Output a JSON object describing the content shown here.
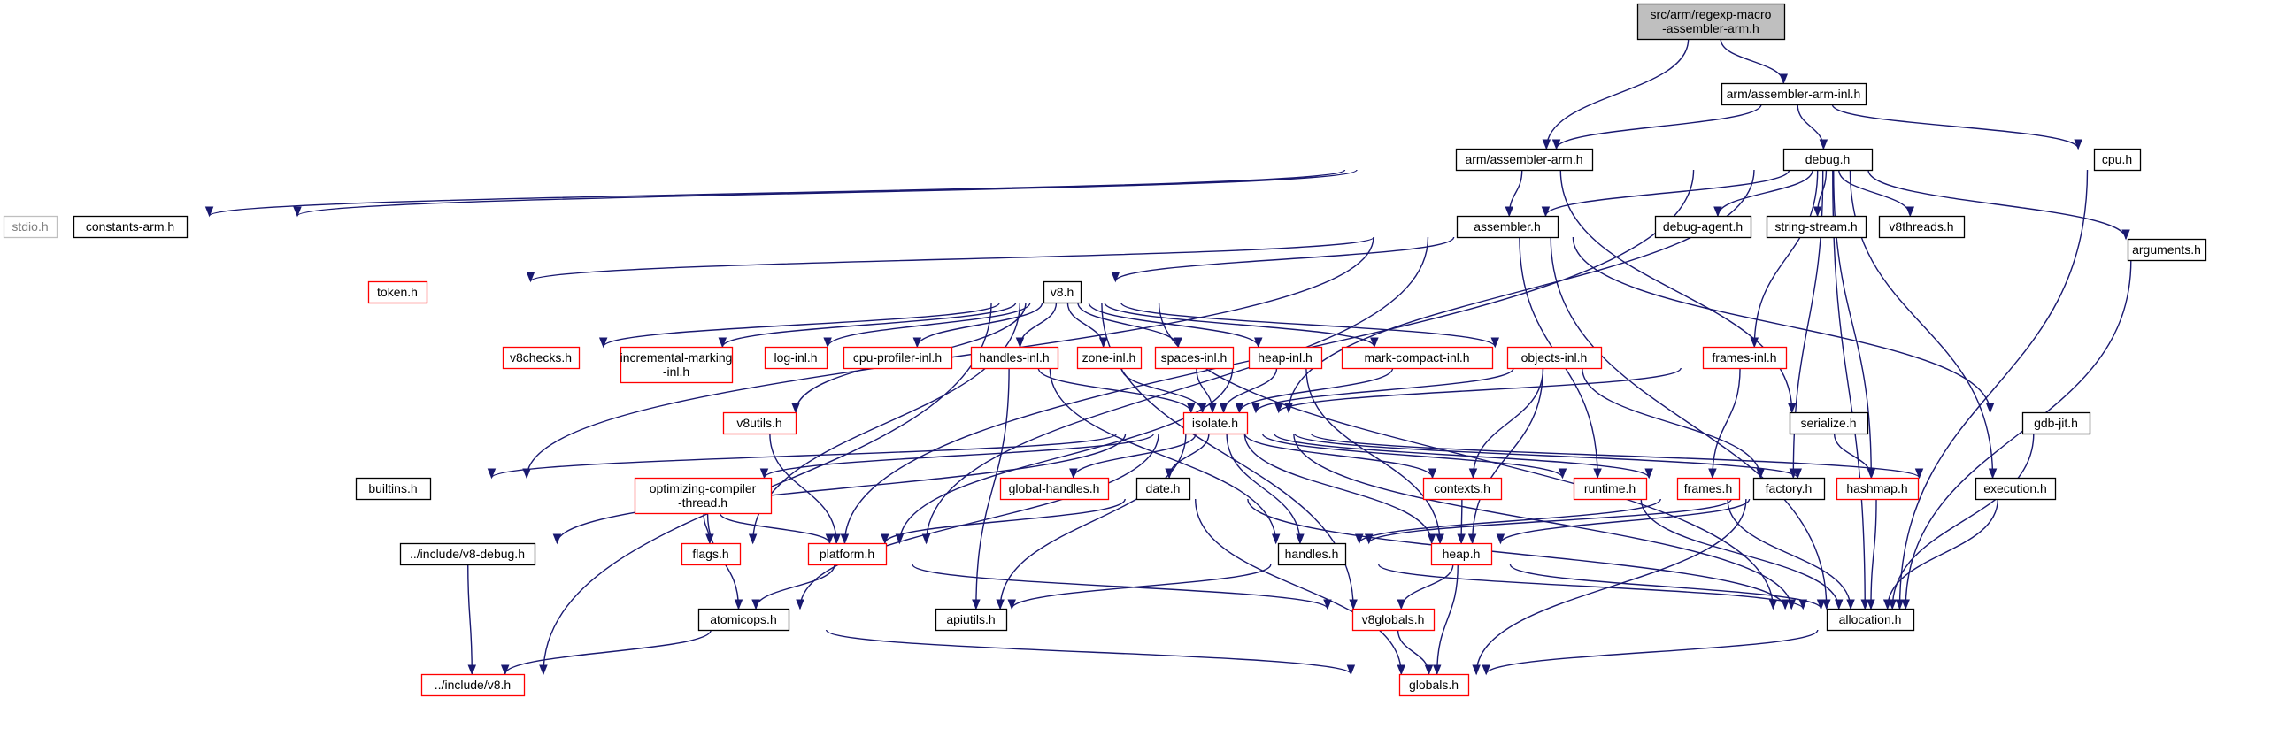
{
  "diagram": {
    "colors": {
      "edge": "#191970",
      "root_fill": "#bfbfbf",
      "normal_border": "#000000",
      "truncated_border": "#ff0000",
      "system_border": "#bfbfbf",
      "system_text": "#808080"
    },
    "nodes": [
      {
        "id": "root",
        "label": "src/arm/regexp-macro\n-assembler-arm.h",
        "kind": "root"
      },
      {
        "id": "asm_arm_inl",
        "label": "arm/assembler-arm-inl.h",
        "kind": "normal"
      },
      {
        "id": "asm_arm",
        "label": "arm/assembler-arm.h",
        "kind": "normal"
      },
      {
        "id": "debug",
        "label": "debug.h",
        "kind": "normal"
      },
      {
        "id": "cpu",
        "label": "cpu.h",
        "kind": "normal"
      },
      {
        "id": "stdio",
        "label": "stdio.h",
        "kind": "system"
      },
      {
        "id": "constants_arm",
        "label": "constants-arm.h",
        "kind": "normal"
      },
      {
        "id": "assembler",
        "label": "assembler.h",
        "kind": "normal"
      },
      {
        "id": "debug_agent",
        "label": "debug-agent.h",
        "kind": "normal"
      },
      {
        "id": "string_stream",
        "label": "string-stream.h",
        "kind": "normal"
      },
      {
        "id": "v8threads",
        "label": "v8threads.h",
        "kind": "normal"
      },
      {
        "id": "token",
        "label": "token.h",
        "kind": "truncated"
      },
      {
        "id": "arguments",
        "label": "arguments.h",
        "kind": "normal"
      },
      {
        "id": "v8",
        "label": "v8.h",
        "kind": "normal"
      },
      {
        "id": "v8checks",
        "label": "v8checks.h",
        "kind": "truncated"
      },
      {
        "id": "incremental",
        "label": "incremental-marking\n-inl.h",
        "kind": "truncated"
      },
      {
        "id": "log_inl",
        "label": "log-inl.h",
        "kind": "truncated"
      },
      {
        "id": "cpu_prof",
        "label": "cpu-profiler-inl.h",
        "kind": "truncated"
      },
      {
        "id": "handles_inl",
        "label": "handles-inl.h",
        "kind": "truncated"
      },
      {
        "id": "zone_inl",
        "label": "zone-inl.h",
        "kind": "truncated"
      },
      {
        "id": "spaces_inl",
        "label": "spaces-inl.h",
        "kind": "truncated"
      },
      {
        "id": "heap_inl",
        "label": "heap-inl.h",
        "kind": "truncated"
      },
      {
        "id": "mark_compact",
        "label": "mark-compact-inl.h",
        "kind": "truncated"
      },
      {
        "id": "objects_inl",
        "label": "objects-inl.h",
        "kind": "truncated"
      },
      {
        "id": "frames_inl",
        "label": "frames-inl.h",
        "kind": "truncated"
      },
      {
        "id": "v8utils",
        "label": "v8utils.h",
        "kind": "truncated"
      },
      {
        "id": "isolate",
        "label": "isolate.h",
        "kind": "truncated"
      },
      {
        "id": "serialize",
        "label": "serialize.h",
        "kind": "normal"
      },
      {
        "id": "gdb_jit",
        "label": "gdb-jit.h",
        "kind": "normal"
      },
      {
        "id": "builtins",
        "label": "builtins.h",
        "kind": "normal"
      },
      {
        "id": "opt_compiler",
        "label": "optimizing-compiler\n-thread.h",
        "kind": "truncated"
      },
      {
        "id": "global_handles",
        "label": "global-handles.h",
        "kind": "truncated"
      },
      {
        "id": "date",
        "label": "date.h",
        "kind": "normal"
      },
      {
        "id": "contexts",
        "label": "contexts.h",
        "kind": "truncated"
      },
      {
        "id": "runtime",
        "label": "runtime.h",
        "kind": "truncated"
      },
      {
        "id": "frames",
        "label": "frames.h",
        "kind": "truncated"
      },
      {
        "id": "factory",
        "label": "factory.h",
        "kind": "normal"
      },
      {
        "id": "hashmap",
        "label": "hashmap.h",
        "kind": "truncated"
      },
      {
        "id": "execution",
        "label": "execution.h",
        "kind": "normal"
      },
      {
        "id": "include_debug",
        "label": "../include/v8-debug.h",
        "kind": "normal"
      },
      {
        "id": "flags",
        "label": "flags.h",
        "kind": "truncated"
      },
      {
        "id": "platform",
        "label": "platform.h",
        "kind": "truncated"
      },
      {
        "id": "handles",
        "label": "handles.h",
        "kind": "normal"
      },
      {
        "id": "heap",
        "label": "heap.h",
        "kind": "truncated"
      },
      {
        "id": "atomicops",
        "label": "atomicops.h",
        "kind": "normal"
      },
      {
        "id": "apiutils",
        "label": "apiutils.h",
        "kind": "normal"
      },
      {
        "id": "v8globals",
        "label": "v8globals.h",
        "kind": "truncated"
      },
      {
        "id": "allocation",
        "label": "allocation.h",
        "kind": "normal"
      },
      {
        "id": "include_v8",
        "label": "../include/v8.h",
        "kind": "truncated"
      },
      {
        "id": "globals",
        "label": "globals.h",
        "kind": "truncated"
      }
    ],
    "edges": [
      [
        "root",
        "asm_arm_inl"
      ],
      [
        "root",
        "asm_arm"
      ],
      [
        "asm_arm_inl",
        "asm_arm"
      ],
      [
        "asm_arm_inl",
        "debug"
      ],
      [
        "asm_arm_inl",
        "cpu"
      ],
      [
        "asm_arm",
        "stdio"
      ],
      [
        "asm_arm",
        "constants_arm"
      ],
      [
        "asm_arm",
        "assembler"
      ],
      [
        "asm_arm",
        "serialize"
      ],
      [
        "cpu",
        "allocation"
      ],
      [
        "debug",
        "assembler"
      ],
      [
        "debug",
        "debug_agent"
      ],
      [
        "debug",
        "string_stream"
      ],
      [
        "debug",
        "v8threads"
      ],
      [
        "debug",
        "arguments"
      ],
      [
        "debug",
        "frames_inl"
      ],
      [
        "debug",
        "factory"
      ],
      [
        "debug",
        "hashmap"
      ],
      [
        "debug",
        "execution"
      ],
      [
        "debug",
        "allocation"
      ],
      [
        "debug",
        "flags"
      ],
      [
        "debug",
        "isolate"
      ],
      [
        "assembler",
        "token"
      ],
      [
        "assembler",
        "v8"
      ],
      [
        "assembler",
        "builtins"
      ],
      [
        "assembler",
        "runtime"
      ],
      [
        "assembler",
        "gdb_jit"
      ],
      [
        "assembler",
        "allocation"
      ],
      [
        "assembler",
        "platform"
      ],
      [
        "arguments",
        "allocation"
      ],
      [
        "v8",
        "v8checks"
      ],
      [
        "v8",
        "incremental"
      ],
      [
        "v8",
        "log_inl"
      ],
      [
        "v8",
        "cpu_prof"
      ],
      [
        "v8",
        "handles_inl"
      ],
      [
        "v8",
        "zone_inl"
      ],
      [
        "v8",
        "spaces_inl"
      ],
      [
        "v8",
        "heap_inl"
      ],
      [
        "v8",
        "mark_compact"
      ],
      [
        "v8",
        "objects_inl"
      ],
      [
        "v8",
        "v8utils"
      ],
      [
        "v8",
        "include_v8"
      ],
      [
        "v8",
        "flags"
      ],
      [
        "v8",
        "v8globals"
      ],
      [
        "v8",
        "allocation"
      ],
      [
        "handles_inl",
        "isolate"
      ],
      [
        "handles_inl",
        "handles"
      ],
      [
        "handles_inl",
        "apiutils"
      ],
      [
        "zone_inl",
        "isolate"
      ],
      [
        "spaces_inl",
        "isolate"
      ],
      [
        "heap_inl",
        "isolate"
      ],
      [
        "heap_inl",
        "heap"
      ],
      [
        "heap_inl",
        "platform"
      ],
      [
        "mark_compact",
        "isolate"
      ],
      [
        "objects_inl",
        "isolate"
      ],
      [
        "objects_inl",
        "contexts"
      ],
      [
        "objects_inl",
        "factory"
      ],
      [
        "objects_inl",
        "heap"
      ],
      [
        "frames_inl",
        "isolate"
      ],
      [
        "frames_inl",
        "frames"
      ],
      [
        "v8utils",
        "platform"
      ],
      [
        "isolate",
        "builtins"
      ],
      [
        "isolate",
        "opt_compiler"
      ],
      [
        "isolate",
        "global_handles"
      ],
      [
        "isolate",
        "date"
      ],
      [
        "isolate",
        "contexts"
      ],
      [
        "isolate",
        "runtime"
      ],
      [
        "isolate",
        "frames"
      ],
      [
        "isolate",
        "hashmap"
      ],
      [
        "isolate",
        "execution"
      ],
      [
        "isolate",
        "include_debug"
      ],
      [
        "isolate",
        "atomicops"
      ],
      [
        "isolate",
        "apiutils"
      ],
      [
        "isolate",
        "handles"
      ],
      [
        "isolate",
        "heap"
      ],
      [
        "isolate",
        "allocation"
      ],
      [
        "serialize",
        "hashmap"
      ],
      [
        "gdb_jit",
        "allocation"
      ],
      [
        "opt_compiler",
        "flags"
      ],
      [
        "opt_compiler",
        "platform"
      ],
      [
        "opt_compiler",
        "atomicops"
      ],
      [
        "date",
        "platform"
      ],
      [
        "date",
        "allocation"
      ],
      [
        "date",
        "globals"
      ],
      [
        "contexts",
        "heap"
      ],
      [
        "runtime",
        "allocation"
      ],
      [
        "frames",
        "handles"
      ],
      [
        "frames",
        "allocation"
      ],
      [
        "factory",
        "handles"
      ],
      [
        "factory",
        "heap"
      ],
      [
        "factory",
        "globals"
      ],
      [
        "hashmap",
        "allocation"
      ],
      [
        "execution",
        "allocation"
      ],
      [
        "include_debug",
        "include_v8"
      ],
      [
        "platform",
        "atomicops"
      ],
      [
        "platform",
        "v8globals"
      ],
      [
        "handles",
        "apiutils"
      ],
      [
        "handles",
        "allocation"
      ],
      [
        "heap",
        "v8globals"
      ],
      [
        "heap",
        "globals"
      ],
      [
        "heap",
        "allocation"
      ],
      [
        "atomicops",
        "include_v8"
      ],
      [
        "atomicops",
        "globals"
      ],
      [
        "v8globals",
        "globals"
      ],
      [
        "allocation",
        "globals"
      ]
    ]
  }
}
